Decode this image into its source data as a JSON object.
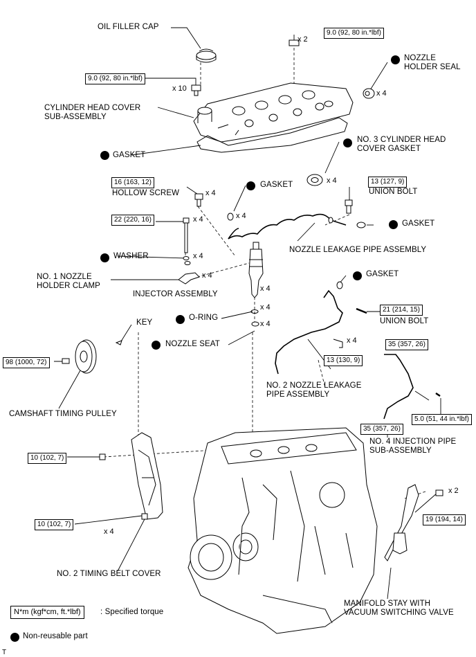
{
  "labels": {
    "oil_filler_cap": "OIL FILLER CAP",
    "cyl_head_cover_1": "CYLINDER HEAD COVER",
    "cyl_head_cover_2": "SUB-ASSEMBLY",
    "gasket_cover": "GASKET",
    "nozzle_holder_seal_1": "NOZZLE",
    "nozzle_holder_seal_2": "HOLDER SEAL",
    "no3_gasket_1": "NO. 3 CYLINDER HEAD",
    "no3_gasket_2": "COVER GASKET",
    "hollow_screw": "HOLLOW SCREW",
    "gasket_mid": "GASKET",
    "union_bolt_top": "UNION BOLT",
    "gasket_right": "GASKET",
    "nozzle_leakage_pipe": "NOZZLE LEAKAGE PIPE ASSEMBLY",
    "washer": "WASHER",
    "no1_clamp_1": "NO. 1 NOZZLE",
    "no1_clamp_2": "HOLDER CLAMP",
    "injector_assembly": "INJECTOR ASSEMBLY",
    "gasket_lower": "GASKET",
    "union_bolt_lower": "UNION BOLT",
    "o_ring": "O-RING",
    "key": "KEY",
    "nozzle_seat": "NOZZLE SEAT",
    "no2_leak_1": "NO. 2 NOZZLE LEAKAGE",
    "no2_leak_2": "PIPE ASSEMBLY",
    "camshaft_pulley": "CAMSHAFT TIMING PULLEY",
    "no4_pipe_1": "NO. 4 INJECTION PIPE",
    "no4_pipe_2": "SUB-ASSEMBLY",
    "no2_cover": "NO. 2 TIMING BELT COVER",
    "manifold_1": "MANIFOLD STAY WITH",
    "manifold_2": "VACUUM SWITCHING VALVE"
  },
  "torques": {
    "t1": "9.0 (92, 80 in.*lbf)",
    "t2": "9.0 (92, 80 in.*lbf)",
    "t3": "16 (163, 12)",
    "t4": "13 (127, 9)",
    "t5": "22 (220, 16)",
    "t6": "21 (214, 15)",
    "t7": "13 (130, 9)",
    "t8": "98 (1000, 72)",
    "t9": "35 (357, 26)",
    "t10": "35 (357, 26)",
    "t11": "5.0 (51, 44 in.*lbf)",
    "t12": "10 (102, 7)",
    "t13": "10 (102, 7)",
    "t14": "19 (194, 14)"
  },
  "quantities": {
    "q_cover_bolt": "x 2",
    "q_head_bolt": "x 10",
    "q_seal": "x 4",
    "q_no3_gasket": "x 4",
    "q_hollow": "x 4",
    "q_gasket_mid": "x 4",
    "q_22": "x 4",
    "q_washer": "x 4",
    "q_clamp": "x 4",
    "q_injector": "x 4",
    "q_oring": "x 4",
    "q_seat": "x 4",
    "q_13_130": "x 4",
    "q_cover_lower": "x 4",
    "q_manifold": "x 2"
  },
  "legend": {
    "torque_unit": "N*m (kgf*cm, ft.*lbf)",
    "torque_desc": ": Specified torque",
    "non_reusable": "Non-reusable part"
  },
  "corner_mark": "T"
}
